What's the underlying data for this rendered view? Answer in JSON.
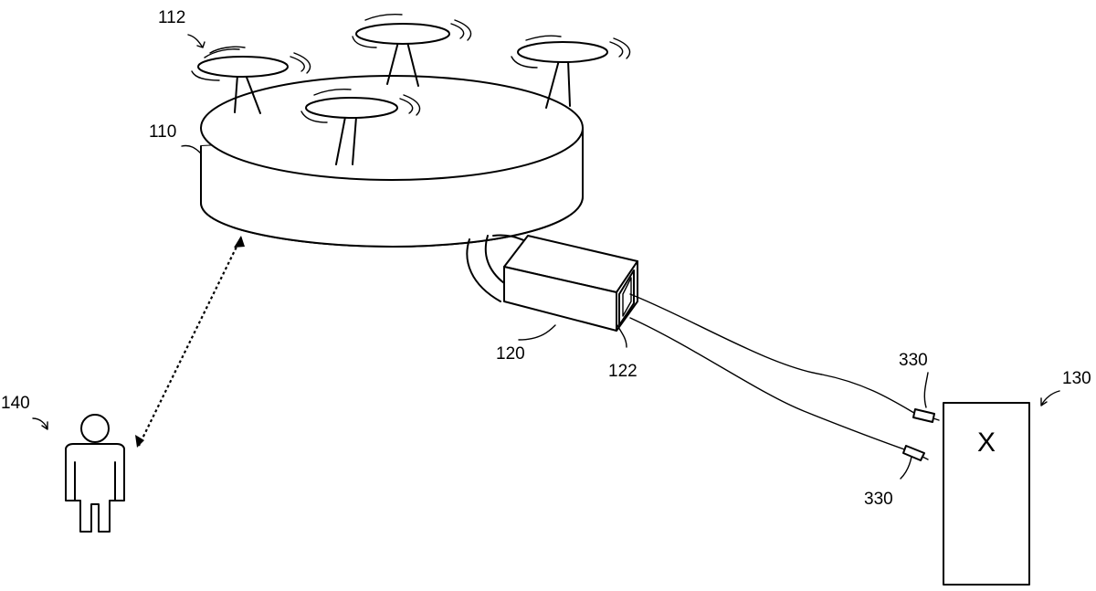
{
  "labels": {
    "drone": "110",
    "rotors": "112",
    "sensor_unit": "120",
    "aperture": "122",
    "target": "130",
    "operator": "140",
    "probe_upper": "330",
    "probe_lower": "330"
  },
  "target_mark": "X"
}
